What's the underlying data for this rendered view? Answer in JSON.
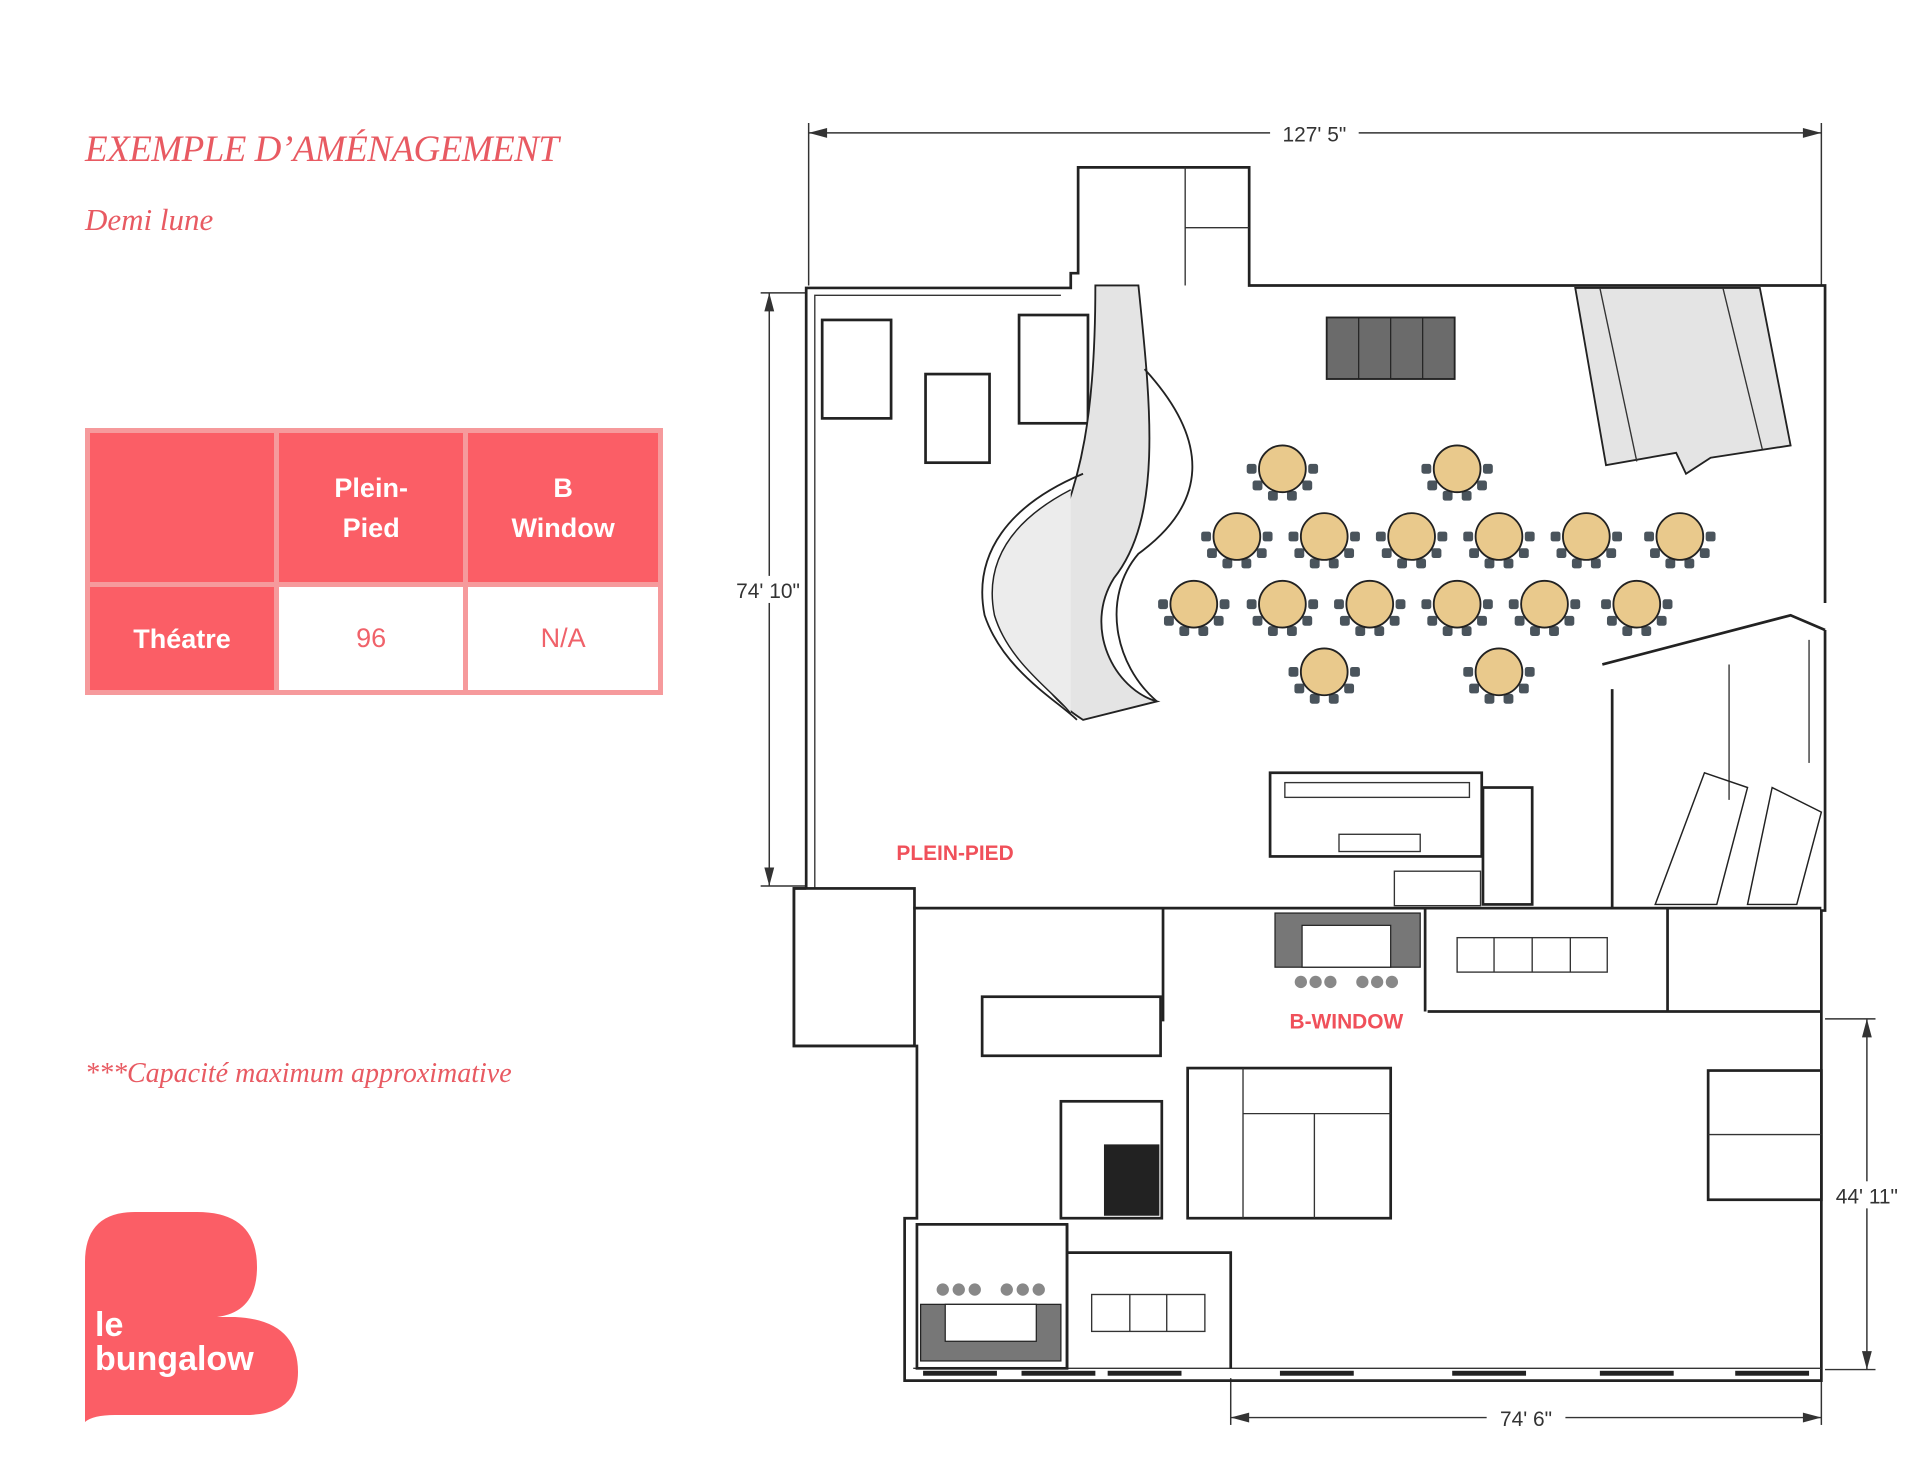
{
  "header": {
    "title": "EXEMPLE D’AMÉNAGEMENT",
    "subtitle": "Demi lune"
  },
  "capacity_table": {
    "columns": [
      "",
      "Plein-\nPied",
      "B\nWindow"
    ],
    "column_lines": [
      [
        "Plein-",
        "Pied"
      ],
      [
        "B",
        "Window"
      ]
    ],
    "rows": [
      {
        "label": "Théatre",
        "values": [
          "96",
          "N/A"
        ]
      }
    ]
  },
  "note": "***Capacité maximum approximative",
  "logo": {
    "line1": "le",
    "line2": "bungalow"
  },
  "floor_plan": {
    "zones": {
      "plein_pied": "PLEIN-PIED",
      "b_window": "B-WINDOW"
    },
    "dimensions": {
      "top": "127' 5\"",
      "left": "74' 10\"",
      "right": "44' 11\"",
      "bottom": "74' 6\""
    },
    "round_tables": 16,
    "chairs_per_table": 6
  },
  "colors": {
    "brand": "#fb5e66",
    "table_border": "#f69a9c",
    "text_accent": "#e85a62",
    "round_table": "#e9c98c"
  }
}
